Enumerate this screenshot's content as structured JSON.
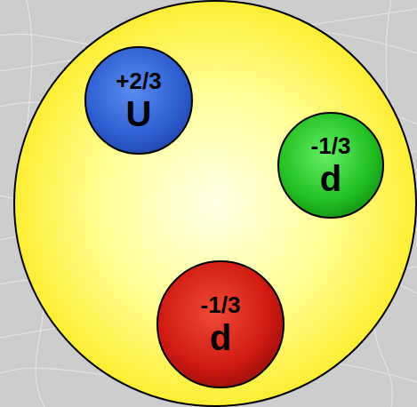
{
  "diagram": {
    "nodes": [
      {
        "text": [
          "+2/3",
          "U"
        ]
      },
      {
        "text": [
          "-1/3",
          "d"
        ]
      },
      {
        "text": [
          "-1/3",
          "d"
        ]
      }
    ]
  }
}
